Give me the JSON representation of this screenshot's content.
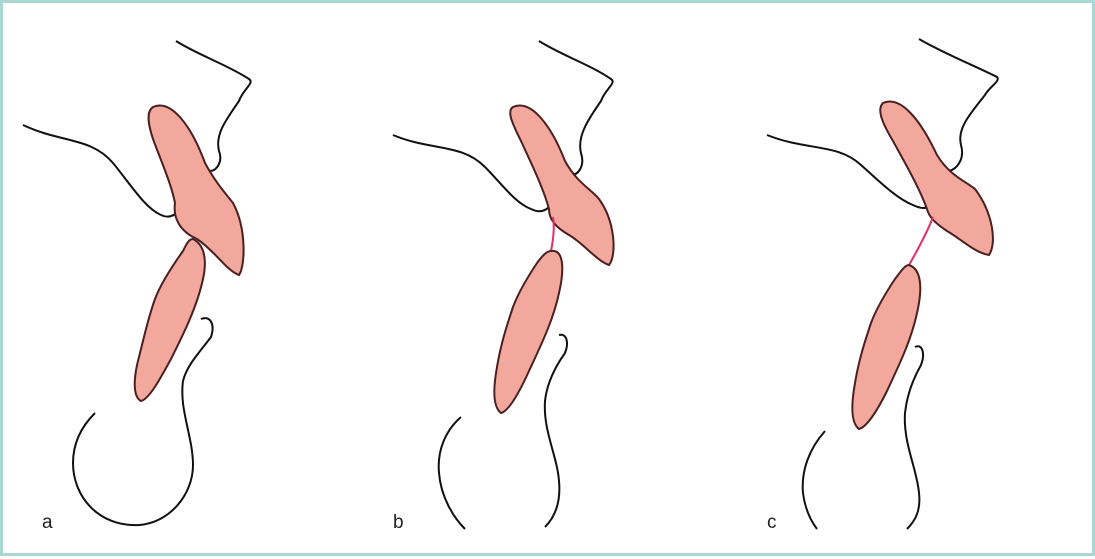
{
  "panels": [
    {
      "label": "a"
    },
    {
      "label": "b"
    },
    {
      "label": "c"
    }
  ],
  "colors": {
    "border": "#a9d7d3",
    "lip_fill": "#f2a89d",
    "lip_stroke": "#4a1f1f",
    "outline": "#111111",
    "connector": "#e0306a"
  }
}
